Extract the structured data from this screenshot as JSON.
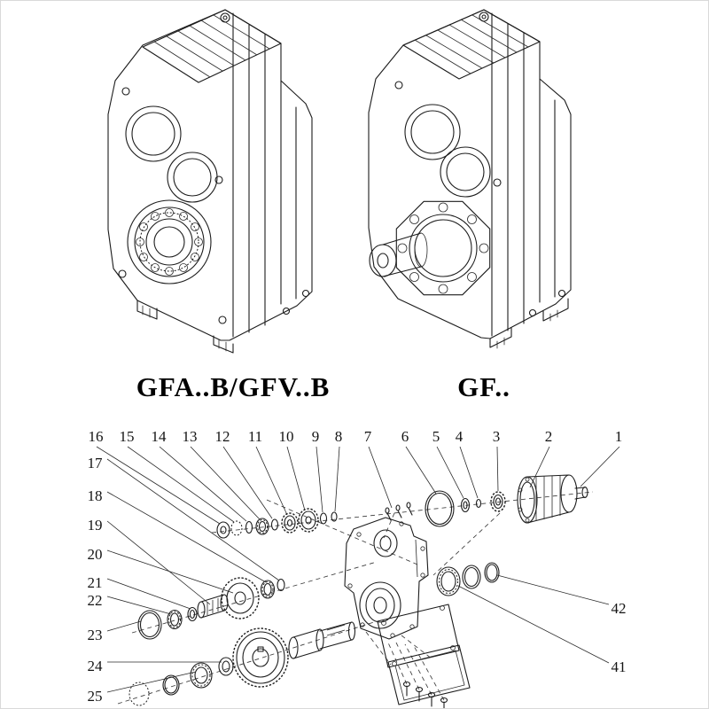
{
  "page": {
    "background": "#ffffff",
    "line_color": "#1c1c1c"
  },
  "models": {
    "left_label": "GFA..B/GFV..B",
    "right_label": "GF.."
  },
  "exploded_view": {
    "callouts_top": [
      "16",
      "15",
      "14",
      "13",
      "12",
      "11",
      "10",
      "9",
      "8",
      "7",
      "6",
      "5",
      "4",
      "3",
      "2",
      "1"
    ],
    "callouts_left": [
      "17",
      "18",
      "19",
      "20",
      "21",
      "22",
      "23",
      "24",
      "25"
    ],
    "callouts_right": [
      "42",
      "41"
    ]
  }
}
